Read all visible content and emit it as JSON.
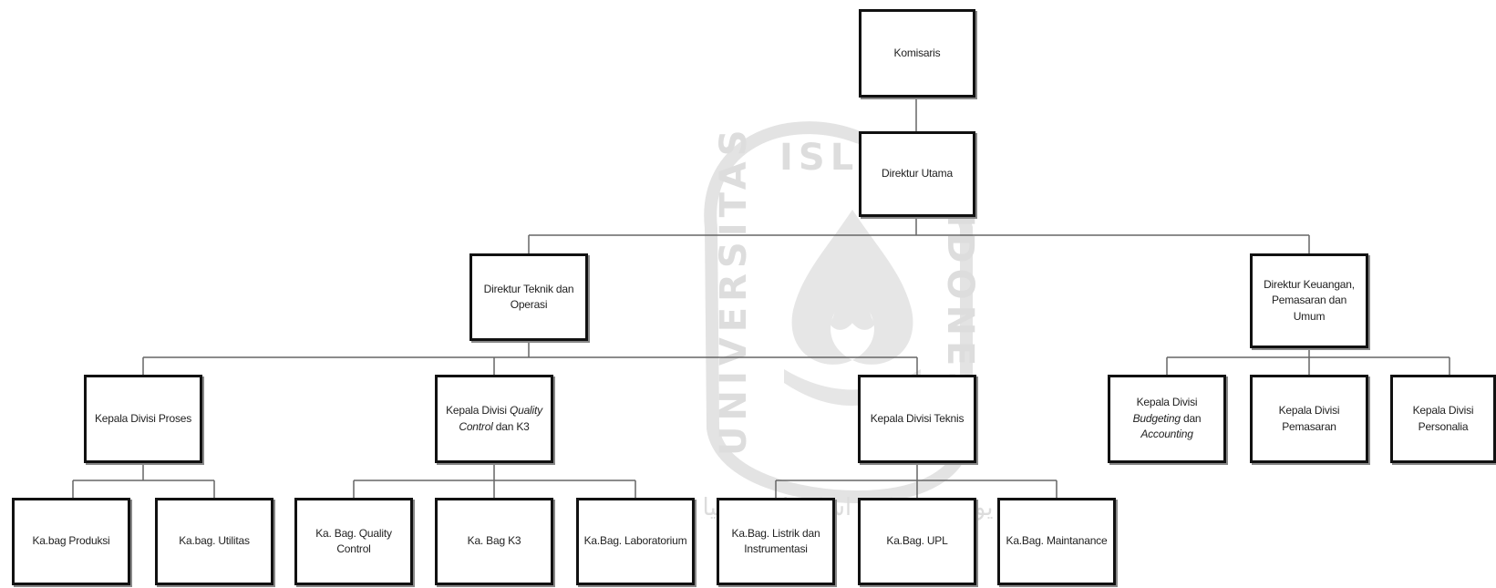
{
  "watermark": {
    "top_text": "ISLAM",
    "left_text": "UNIVERSITAS",
    "right_text": "INDONESIA",
    "bottom_script": "يوميڤرسيتاس اسلام اندونيسيا"
  },
  "nodes": {
    "komisaris": {
      "parts": [
        {
          "text": "Komisaris"
        }
      ]
    },
    "direktur_utama": {
      "parts": [
        {
          "text": "Direktur Utama"
        }
      ]
    },
    "direktur_teknik": {
      "parts": [
        {
          "text": "Direktur Teknik dan Operasi"
        }
      ]
    },
    "direktur_keuangan": {
      "parts": [
        {
          "text": "Direktur Keuangan, Pemasaran dan Umum"
        }
      ]
    },
    "kadiv_proses": {
      "parts": [
        {
          "text": "Kepala Divisi Proses"
        }
      ]
    },
    "kadiv_qc": {
      "parts": [
        {
          "text": "Kepala Divisi "
        },
        {
          "text": "Quality Control",
          "italic": true
        },
        {
          "text": " dan K3"
        }
      ]
    },
    "kadiv_teknis": {
      "parts": [
        {
          "text": "Kepala Divisi Teknis"
        }
      ]
    },
    "kadiv_budgeting": {
      "parts": [
        {
          "text": "Kepala Divisi "
        },
        {
          "text": "Budgeting",
          "italic": true
        },
        {
          "text": " dan "
        },
        {
          "text": "Accounting",
          "italic": true
        }
      ]
    },
    "kadiv_pemasaran": {
      "parts": [
        {
          "text": "Kepala Divisi Pemasaran"
        }
      ]
    },
    "kadiv_personalia": {
      "parts": [
        {
          "text": "Kepala Divisi Personalia"
        }
      ]
    },
    "kabag_produksi": {
      "parts": [
        {
          "text": "Ka.bag Produksi"
        }
      ]
    },
    "kabag_utilitas": {
      "parts": [
        {
          "text": "Ka.bag. Utilitas"
        }
      ]
    },
    "kabag_qc": {
      "parts": [
        {
          "text": "Ka. Bag. Quality Control"
        }
      ]
    },
    "kabag_k3": {
      "parts": [
        {
          "text": "Ka. Bag K3"
        }
      ]
    },
    "kabag_lab": {
      "parts": [
        {
          "text": "Ka.Bag. Laboratorium"
        }
      ]
    },
    "kabag_listrik": {
      "parts": [
        {
          "text": "Ka.Bag. Listrik dan Instrumentasi"
        }
      ]
    },
    "kabag_upl": {
      "parts": [
        {
          "text": "Ka.Bag. UPL"
        }
      ]
    },
    "kabag_maintanance": {
      "parts": [
        {
          "text": "Ka.Bag. Maintanance"
        }
      ]
    }
  }
}
